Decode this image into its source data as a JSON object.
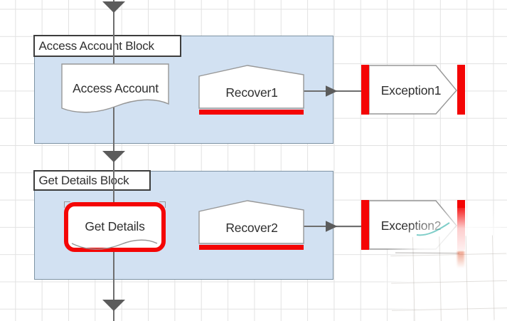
{
  "blocks": [
    {
      "title": "Access Account Block",
      "document": "Access Account",
      "recover": "Recover1",
      "exception": "Exception1"
    },
    {
      "title": "Get Details Block",
      "document": "Get Details",
      "recover": "Recover2",
      "exception": "Exception2"
    }
  ],
  "colors": {
    "container_fill": "#d2e1f2",
    "container_border": "#7e93a4",
    "shape_outline": "#979797",
    "accent_red": "#f40505",
    "connector_gray": "#6e6e6e",
    "arrowhead_gray": "#5b5b5b",
    "label_border": "#3d3d3d",
    "grid_line": "#e2e2e2",
    "text": "#2f2f2f"
  }
}
